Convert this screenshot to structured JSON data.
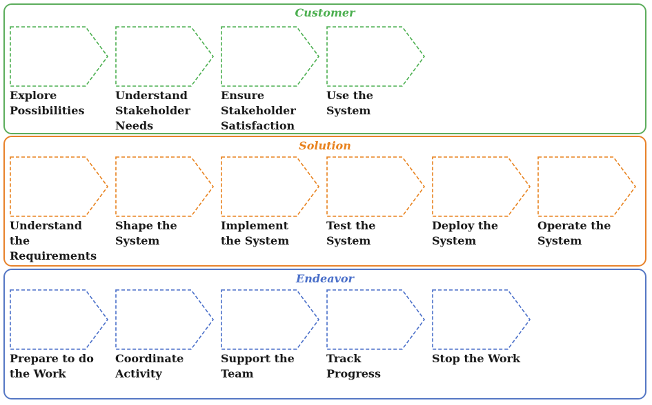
{
  "lanes": [
    {
      "id": "customer",
      "title": "Customer",
      "color": "#4caf50",
      "border_color": "#5cad5c",
      "activities": [
        "Explore\nPossibilities",
        "Understand\nStakeholder\nNeeds",
        "Ensure\nStakeholder\nSatisfaction",
        "Use the\nSystem"
      ]
    },
    {
      "id": "solution",
      "title": "Solution",
      "color": "#e8821e",
      "border_color": "#e8822a",
      "activities": [
        "Understand\nthe\nRequirements",
        "Shape the\nSystem",
        "Implement\nthe System",
        "Test the\nSystem",
        "Deploy the\nSystem",
        "Operate the\nSystem"
      ]
    },
    {
      "id": "endeavor",
      "title": "Endeavor",
      "color": "#4a6fc9",
      "border_color": "#5577c4",
      "activities": [
        "Prepare to do\nthe Work",
        "Coordinate\nActivity",
        "Support the\nTeam",
        "Track\nProgress",
        "Stop the Work"
      ]
    }
  ]
}
